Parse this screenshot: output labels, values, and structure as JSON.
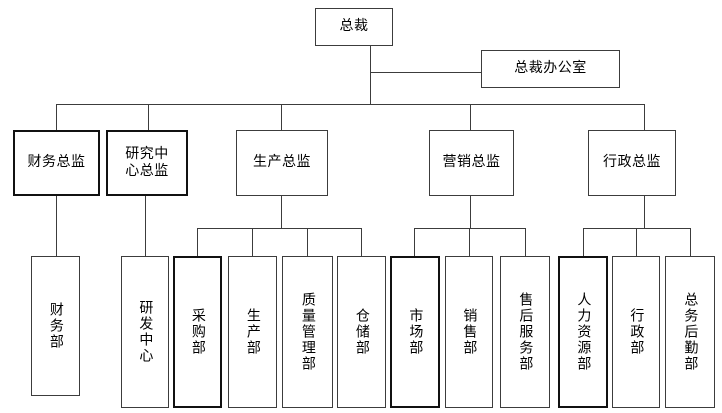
{
  "diagram": {
    "title_text": "",
    "type": "organizational-chart",
    "colors": {
      "box_border": "#3c3c3c",
      "box_border_bold": "#111111",
      "box_fill": "#ffffff",
      "line": "#3c3c3c",
      "text": "#000000",
      "background": "#ffffff"
    },
    "nodes": {
      "president": "总裁",
      "president_office": "总裁办公室",
      "directors": {
        "finance": "财务总监",
        "research": "研究中\n心总监",
        "production": "生产总监",
        "marketing": "营销总监",
        "admin": "行政总监"
      },
      "departments": {
        "finance_dept": "财务部",
        "rd_center": "研发中心",
        "purchasing": "采购部",
        "production_dept": "生产部",
        "quality": "质量管理部",
        "warehouse": "仓储部",
        "market": "市场部",
        "sales": "销售部",
        "after_sales": "售后服务部",
        "hr": "人力资源部",
        "admin_dept": "行政部",
        "general_affairs": "总务后勤部"
      }
    }
  }
}
